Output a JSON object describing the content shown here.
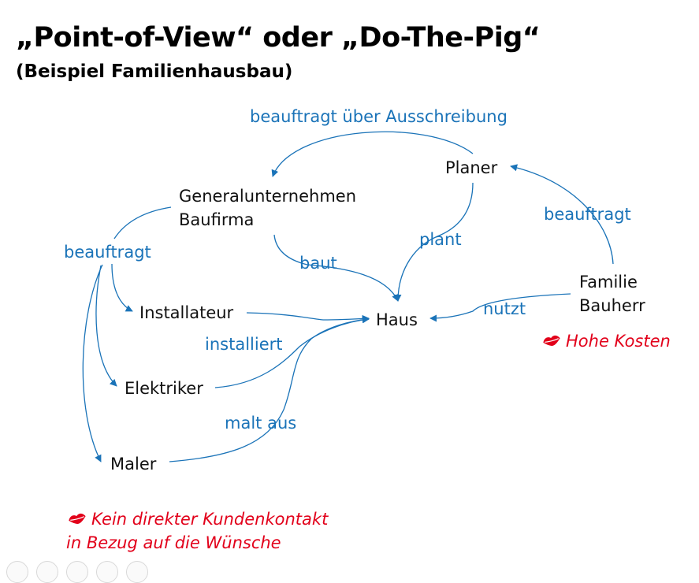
{
  "slide": {
    "title": "„Point-of-View“ oder „Do-The-Pig“",
    "subtitle": "(Beispiel Familienhausbau)"
  },
  "nodes": {
    "planer": "Planer",
    "general_line1": "Generalunternehmen",
    "general_line2": "Baufirma",
    "installateur": "Installateur",
    "haus": "Haus",
    "elektriker": "Elektriker",
    "maler": "Maler",
    "familie_line1": "Familie",
    "familie_line2": "Bauherr"
  },
  "edges": {
    "ausschreibung": "beauftragt über Ausschreibung",
    "beauftragt_familie": "beauftragt",
    "beauftragt_firma": "beauftragt",
    "plant": "plant",
    "baut": "baut",
    "nutzt": "nutzt",
    "installiert": "installiert",
    "malt_aus": "malt aus"
  },
  "notes": {
    "hohe_kosten": "Hohe Kosten",
    "kundenkontakt_line1": "Kein direkter Kundenkontakt",
    "kundenkontakt_line2": "in Bezug auf die Wünsche"
  },
  "colors": {
    "edge": "#1a73b8",
    "note": "#e2001a",
    "node": "#111111"
  },
  "icons": {
    "note_marker": "kiss-lips-icon"
  }
}
